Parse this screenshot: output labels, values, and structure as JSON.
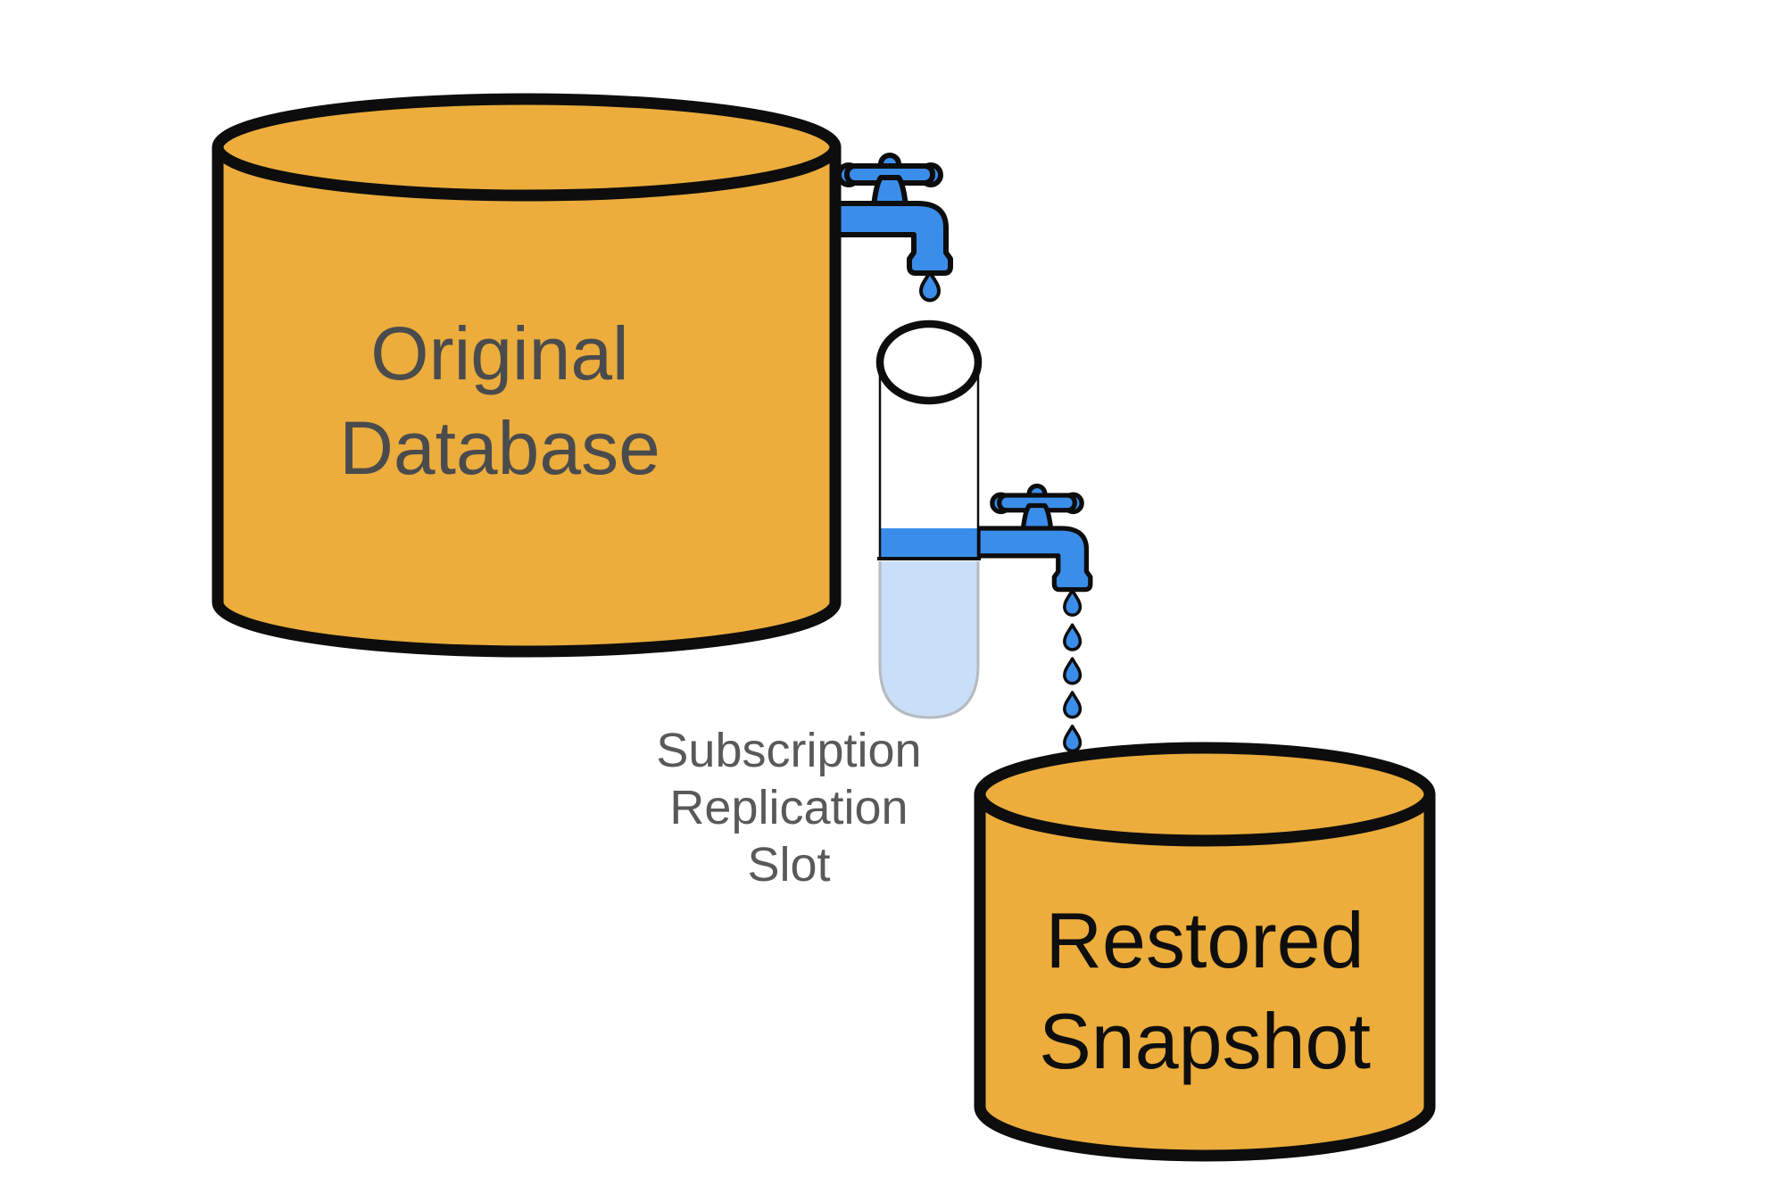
{
  "diagram": {
    "original_database": {
      "label": "Original\nDatabase"
    },
    "replication_slot": {
      "label": "Subscription\nReplication\nSlot"
    },
    "restored_snapshot": {
      "label": "Restored\nSnapshot"
    }
  },
  "icons": {
    "source_faucet": "faucet-icon",
    "slot_faucet": "faucet-icon",
    "single_drip": "water-drop-icon",
    "drip_stream": "water-drop-icon x5",
    "original_database": "database-cylinder-icon",
    "restored_snapshot": "database-cylinder-icon",
    "replication_slot": "test-tube-icon"
  },
  "colors": {
    "background": "#ffffff",
    "db-fill": "#ECAD3C",
    "ink": "#0d0d0d",
    "water": "#3B8DEA",
    "water-light": "#C9DFF8",
    "tube-rim": "#b5bac0",
    "label-gray": "#4a4b4d",
    "slot-label-gray": "#58595b",
    "restored-label": "#0e0e0e"
  }
}
